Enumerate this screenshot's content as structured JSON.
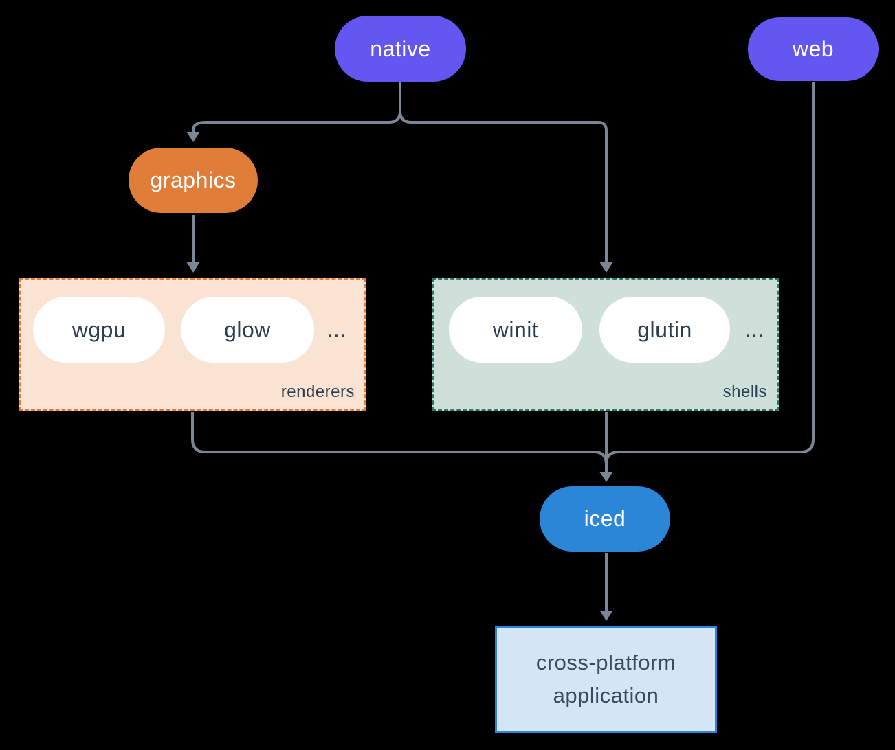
{
  "diagram": {
    "nodes": {
      "native": "native",
      "web": "web",
      "graphics": "graphics",
      "iced": "iced"
    },
    "application": {
      "lines": [
        "cross-platform",
        "application"
      ]
    },
    "groups": {
      "renderers": {
        "label": "renderers",
        "pills": [
          "wgpu",
          "glow"
        ],
        "ellipsis": "..."
      },
      "shells": {
        "label": "shells",
        "pills": [
          "winit",
          "glutin"
        ],
        "ellipsis": "..."
      }
    }
  },
  "colors": {
    "background": "#000000",
    "purple": "#6456F0",
    "orange": "#E07E39",
    "blue": "#2B86D8",
    "teal": "#28786C",
    "line": "#7A8795",
    "renderers_fill": "#FAE3D2",
    "shells_fill": "#CEE0D9",
    "app_fill": "#D4E5F6",
    "pill_white": "#FFFFFF",
    "dark_text": "#2D3E50",
    "app_text": "#3A4A5E",
    "node_text": "#FFFFFF"
  }
}
